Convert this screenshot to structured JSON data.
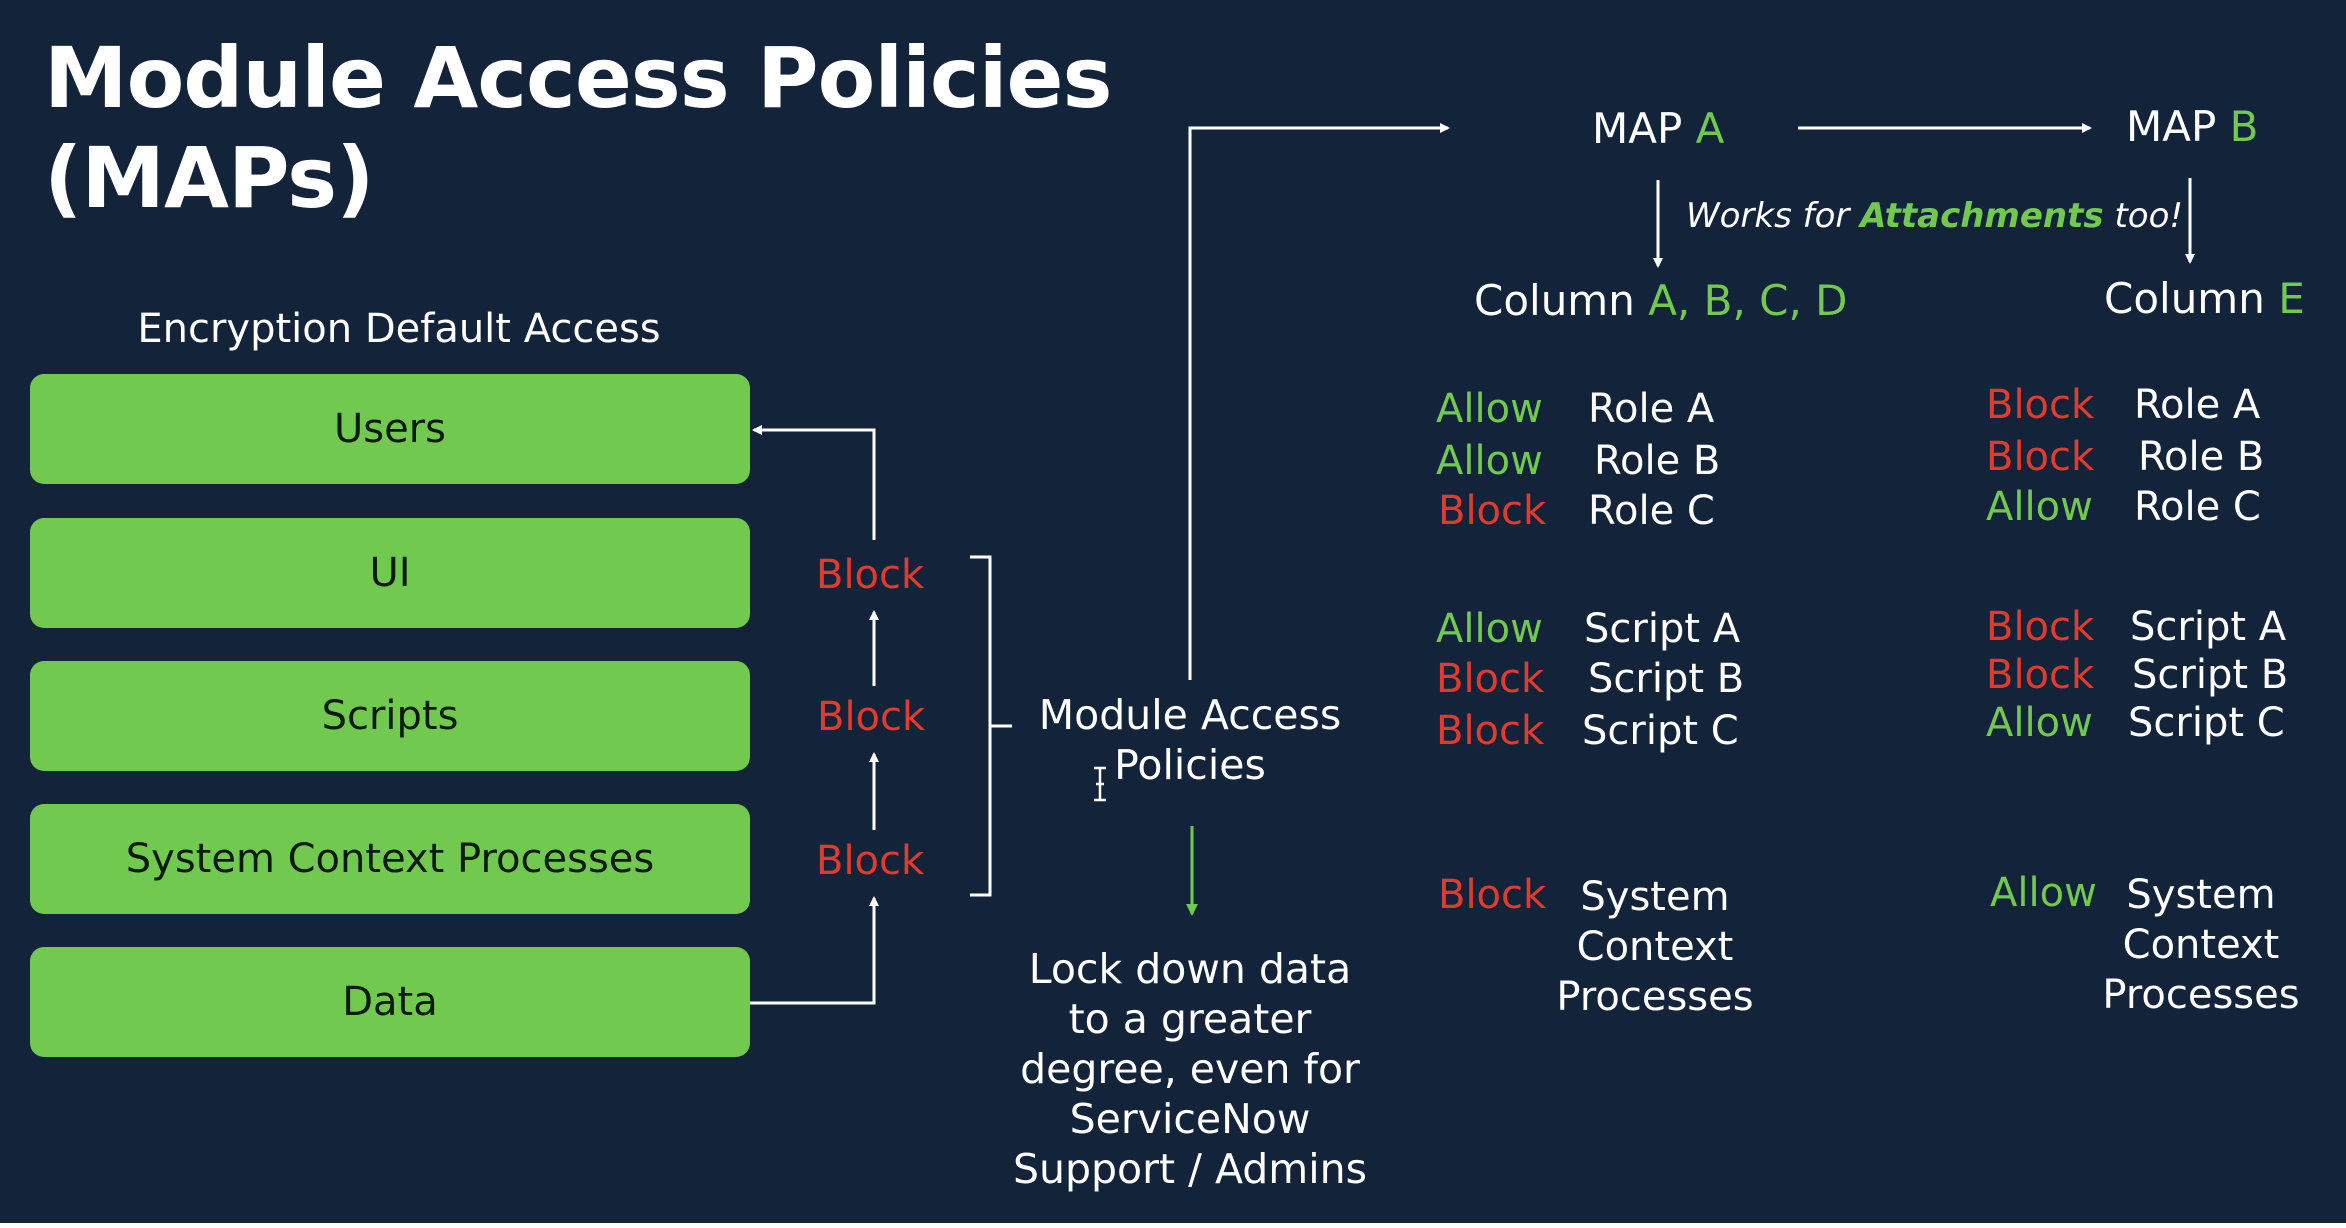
{
  "title": {
    "line1": "Module Access Policies",
    "line2": "(MAPs)"
  },
  "encryption": {
    "heading": "Encryption Default Access",
    "boxes": [
      "Users",
      "UI",
      "Scripts",
      "System Context Processes",
      "Data"
    ],
    "blocks": [
      "Block",
      "Block",
      "Block"
    ]
  },
  "center": {
    "map_label": [
      "Module Access",
      "Policies"
    ],
    "lock_text": [
      "Lock down data",
      "to a greater",
      "degree, even for",
      "ServiceNow",
      "Support / Admins"
    ]
  },
  "maps": {
    "map_a": {
      "prefix": "MAP",
      "letter": "A"
    },
    "map_b": {
      "prefix": "MAP",
      "letter": "B"
    },
    "note": {
      "before": "Works for",
      "highlight": "Attachments",
      "after": "too!"
    },
    "column_a": {
      "prefix": "Column",
      "letters": "A, B, C, D"
    },
    "column_e": {
      "prefix": "Column",
      "letters": "E"
    }
  },
  "map_a_rules": {
    "roles": [
      {
        "action": "Allow",
        "target": "Role A"
      },
      {
        "action": "Allow",
        "target": "Role B"
      },
      {
        "action": "Block",
        "target": "Role C"
      }
    ],
    "scripts": [
      {
        "action": "Allow",
        "target": "Script A"
      },
      {
        "action": "Block",
        "target": "Script B"
      },
      {
        "action": "Block",
        "target": "Script C"
      }
    ],
    "system": {
      "action": "Block",
      "target": [
        "System",
        "Context",
        "Processes"
      ]
    }
  },
  "map_b_rules": {
    "roles": [
      {
        "action": "Block",
        "target": "Role A"
      },
      {
        "action": "Block",
        "target": "Role B"
      },
      {
        "action": "Allow",
        "target": "Role C"
      }
    ],
    "scripts": [
      {
        "action": "Block",
        "target": "Script A"
      },
      {
        "action": "Block",
        "target": "Script B"
      },
      {
        "action": "Allow",
        "target": "Script C"
      }
    ],
    "system": {
      "action": "Allow",
      "target": [
        "System",
        "Context",
        "Processes"
      ]
    }
  },
  "colors": {
    "background": "#13233a",
    "box_green": "#72c94f",
    "allow_green": "#72c94f",
    "block_red": "#e03b2c",
    "text_white": "#ffffff"
  }
}
